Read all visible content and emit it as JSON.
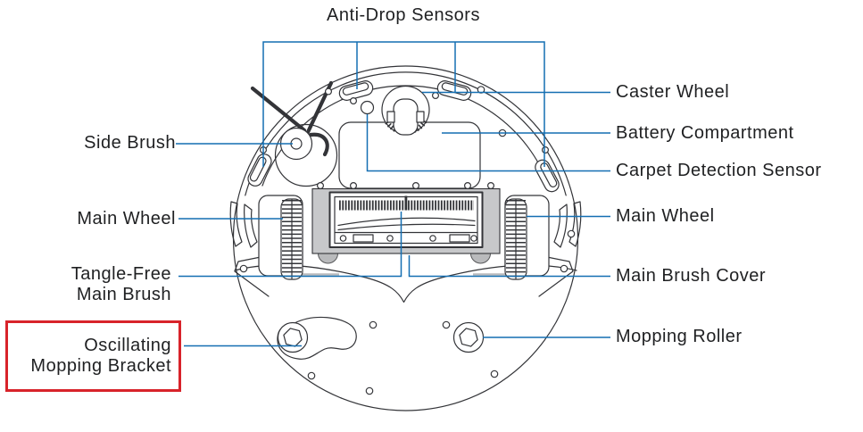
{
  "diagram_title": "Anti-Drop Sensors",
  "labels": {
    "anti_drop": "Anti-Drop Sensors",
    "side_brush": "Side Brush",
    "main_wheel_left": "Main Wheel",
    "tangle_free_line1": "Tangle-Free",
    "tangle_free_line2": "Main Brush",
    "oscillating_line1": "Oscillating",
    "oscillating_line2": "Mopping Bracket",
    "caster_wheel": "Caster Wheel",
    "battery_compartment": "Battery Compartment",
    "carpet_detection_sensor": "Carpet Detection Sensor",
    "main_wheel_right": "Main Wheel",
    "main_brush_cover": "Main Brush Cover",
    "mopping_roller": "Mopping Roller"
  },
  "colors": {
    "leader_blue": "#146fb2",
    "highlight_red": "#d8232a",
    "line_dark": "#333438",
    "gray_light": "#c7c8ca",
    "gray_mid": "#b9babc",
    "text": "#1f2022"
  }
}
